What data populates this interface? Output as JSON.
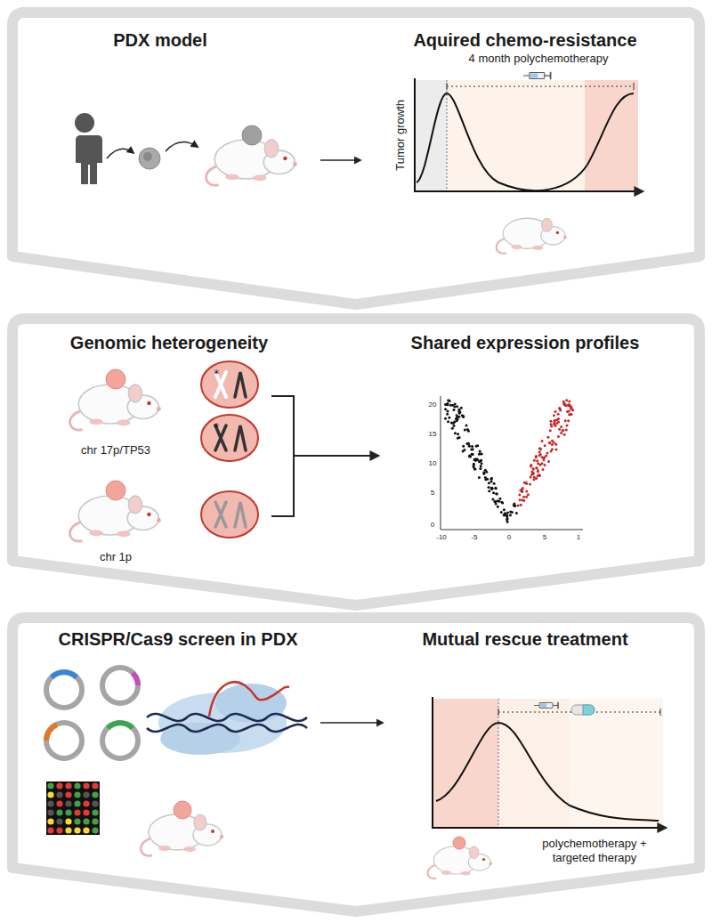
{
  "diagram": {
    "nodes": [
      {
        "text": [
          "PDX model",
          "Aquired chemo-resistance"
        ]
      },
      {
        "text": [
          "Genomic heterogeneity",
          "Shared expression profiles"
        ]
      },
      {
        "text": [
          "CRISPR/Cas9 screen in PDX",
          "Mutual rescue treatment"
        ]
      }
    ],
    "labels": [
      "4 month polychemotherapy",
      "Tumor growth",
      "chr 17p/TP53",
      "chr 1p",
      "20",
      "15",
      "10",
      "5",
      "0",
      "-10",
      "-5",
      "0",
      "5",
      "1",
      "polychemotherapy + targeted therapy"
    ]
  }
}
